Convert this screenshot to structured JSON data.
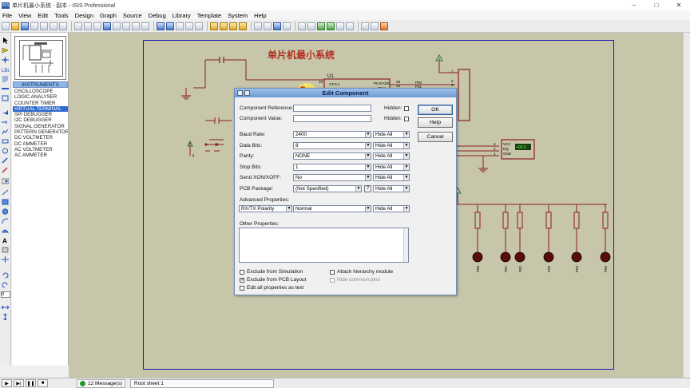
{
  "window": {
    "title": "单片机最小系统 - 副本 - ISIS Professional",
    "app_icon": "ISIS"
  },
  "menu": [
    "File",
    "View",
    "Edit",
    "Tools",
    "Design",
    "Graph",
    "Source",
    "Debug",
    "Library",
    "Template",
    "System",
    "Help"
  ],
  "left_panel": {
    "title": "INSTRUMENTS",
    "items": [
      "OSCILLOSCOPE",
      "LOGIC ANALYSER",
      "COUNTER TIMER",
      "VIRTUAL TERMINAL",
      "SPI DEBUGGER",
      "I2C DEBUGGER",
      "SIGNAL GENERATOR",
      "PATTERN GENERATOR",
      "DC VOLTMETER",
      "DC AMMETER",
      "AC VOLTMETER",
      "AC AMMETER"
    ],
    "selected_index": 3
  },
  "schematic": {
    "heading": "单片机最小系统",
    "chip_label": "U1",
    "chip_pins": [
      "XTAL1",
      "P0.0/AD0",
      "P0.1"
    ],
    "pin_numbers": [
      "19",
      "39",
      "38"
    ],
    "port_labels": [
      "P00",
      "P01"
    ],
    "module_pins": [
      "VCC",
      "DQ",
      "GND"
    ],
    "module_pin_numbers": [
      "3",
      "2",
      "1"
    ],
    "module_display": "+00.0",
    "header_pin_numbers": [
      "1",
      "2",
      "3"
    ],
    "led_labels": [
      "P00",
      "P01",
      "P02",
      "P03",
      "P04",
      "P05"
    ]
  },
  "dialog": {
    "title": "Edit Component",
    "component_reference_label": "Component Reference:",
    "component_reference_value": "",
    "component_value_label": "Component Value:",
    "component_value_value": "",
    "hidden_label": "Hidden:",
    "rows": [
      {
        "label": "Baud Rate:",
        "value": "2400",
        "vis": "Hide All"
      },
      {
        "label": "Data Bits:",
        "value": "8",
        "vis": "Hide All"
      },
      {
        "label": "Parity:",
        "value": "NONE",
        "vis": "Hide All"
      },
      {
        "label": "Stop Bits:",
        "value": "1",
        "vis": "Hide All"
      },
      {
        "label": "Send XON/XOFF:",
        "value": "No",
        "vis": "Hide All"
      },
      {
        "label": "PCB Package:",
        "value": "(Not Specified)",
        "vis": "Hide All"
      }
    ],
    "help_q": "?",
    "advanced_label": "Advanced Properties:",
    "advanced_name": "RX/TX Polarity",
    "advanced_value": "Normal",
    "advanced_vis": "Hide All",
    "other_label": "Other Properties:",
    "checks_left": [
      {
        "label": "Exclude from Simulation",
        "checked": false
      },
      {
        "label": "Exclude from PCB Layout",
        "checked": true
      },
      {
        "label": "Edit all properties as text",
        "checked": false
      }
    ],
    "checks_right": [
      {
        "label": "Attach hierarchy module",
        "checked": false,
        "disabled": false
      },
      {
        "label": "Hide common pins",
        "checked": false,
        "disabled": true
      }
    ],
    "buttons": {
      "ok": "OK",
      "help": "Help",
      "cancel": "Cancel"
    }
  },
  "status": {
    "messages": "12 Message(s)",
    "sheet": "Root sheet 1",
    "zoom_field": "0"
  }
}
